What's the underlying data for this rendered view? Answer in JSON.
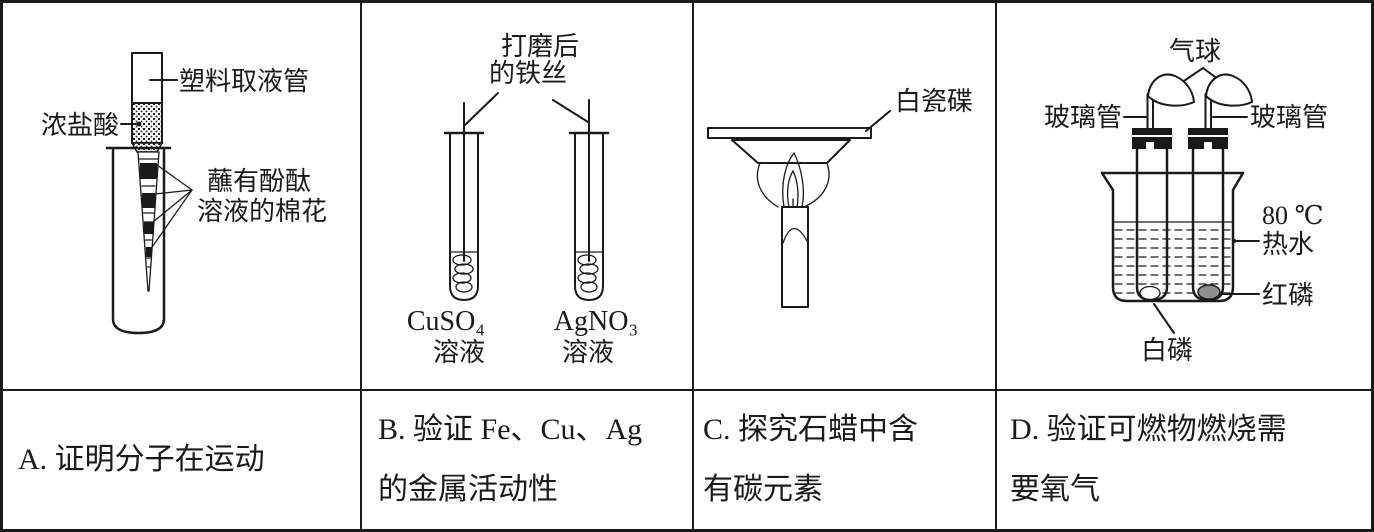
{
  "colors": {
    "ink": "#1a1a1a",
    "background": "#ffffff",
    "red_phosphorus_fill": "#8f8f8f"
  },
  "panels": [
    {
      "letter": "A",
      "caption_line1": "A. 证明分子在运动",
      "caption_line2": "",
      "labels": {
        "dropper": "塑料取液管",
        "acid": "浓盐酸",
        "cotton_line1": "蘸有酚酞",
        "cotton_line2": "溶液的棉花"
      }
    },
    {
      "letter": "B",
      "caption_line1": "B. 验证 Fe、Cu、Ag",
      "caption_line2": "的金属活动性",
      "labels": {
        "wire_line1": "打磨后",
        "wire_line2": "的铁丝",
        "left_formula": "CuSO₄",
        "left_word": "溶液",
        "right_formula": "AgNO₃",
        "right_word": "溶液"
      }
    },
    {
      "letter": "C",
      "caption_line1": "C. 探究石蜡中含",
      "caption_line2": "有碳元素",
      "labels": {
        "dish": "白瓷碟"
      }
    },
    {
      "letter": "D",
      "caption_line1": "D. 验证可燃物燃烧需",
      "caption_line2": "要氧气",
      "labels": {
        "balloon": "气球",
        "glass_tube_left": "玻璃管",
        "glass_tube_right": "玻璃管",
        "temperature": "80 ℃",
        "hot_water": "热水",
        "red_phosphorus": "红磷",
        "white_phosphorus": "白磷"
      }
    }
  ]
}
